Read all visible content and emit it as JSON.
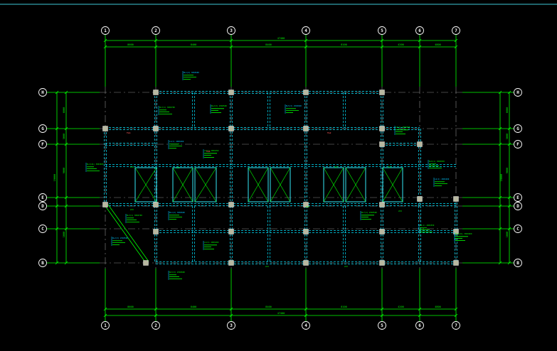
{
  "theme": {
    "background": "#000000",
    "topline": "#3ec8d6",
    "axis": "#00ff00",
    "beam": "#00e4ff",
    "dim": "#00ff00",
    "label_text": "#00ff00",
    "label_alt": "#00c8ff",
    "tag": "#ff5a5a",
    "column": "#b8b8a0",
    "wall": "#2fd3e0",
    "bubble": "#ffffff"
  },
  "grid": {
    "vertical_top": [
      "1",
      "2",
      "3",
      "4",
      "5",
      "6",
      "7"
    ],
    "vertical_bottom": [
      "1",
      "2",
      "3",
      "4",
      "5",
      "6",
      "7"
    ],
    "horizontal_left": [
      "H",
      "G",
      "F",
      "E",
      "D",
      "C",
      "B"
    ],
    "horizontal_right": [
      "H",
      "G",
      "F",
      "E",
      "D",
      "C",
      "B"
    ]
  },
  "dimensions": {
    "top_overall": "47400",
    "top_segments": [
      "8600",
      "8400",
      "8400",
      "8100",
      "4200",
      "4800"
    ],
    "bottom_overall": "47400",
    "bottom_segments": [
      "8600",
      "8400",
      "8400",
      "8100",
      "4200",
      "4800"
    ],
    "left_overall": "19000",
    "left_segments": [
      "6000",
      "3000",
      "9000",
      "1000"
    ],
    "right_overall": "19000",
    "right_segments": [
      "6000",
      "3000",
      "9000",
      "1000"
    ]
  },
  "annotations": [
    "KL1(2) 300X600",
    "KL2(3) 250X500",
    "KL3(1) 300X700",
    "L1(2) 200X400",
    "L2(1) 200X450",
    "KL4(2A) 300X600",
    "KL5(3) 250X600",
    "L3(1) 200X500",
    "KL6(1) 300X650",
    "L4(2) 200X400",
    "KL7(1) 250X500",
    "L5(1) 200X350"
  ],
  "tags": [
    "TL1",
    "TL2",
    "TL3"
  ],
  "beam_marks": [
    "2C8",
    "2C8",
    "2C8",
    "2C8",
    "2C8",
    "2C8",
    "2C8",
    "2C8",
    "2C8"
  ]
}
